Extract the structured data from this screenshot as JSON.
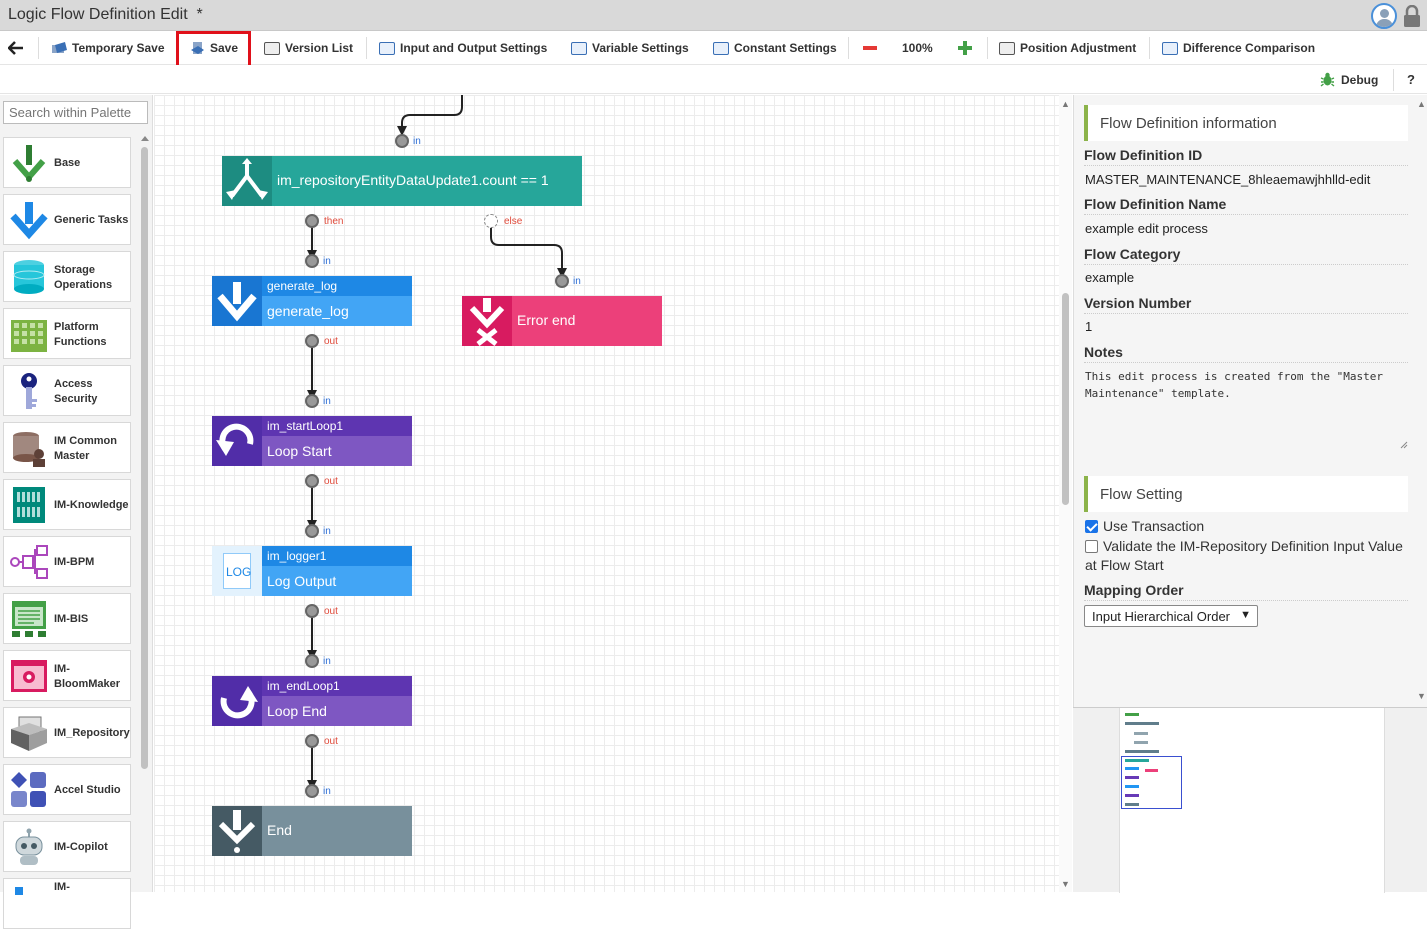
{
  "window": {
    "title": "Logic Flow Definition Edit",
    "modified_mark": "*"
  },
  "toolbar": {
    "back_label": "",
    "temporary_save": "Temporary Save",
    "save": "Save",
    "version_list": "Version List",
    "io_settings": "Input and Output Settings",
    "variable_settings": "Variable Settings",
    "constant_settings": "Constant Settings",
    "zoom_minus": "−",
    "zoom": "100%",
    "zoom_plus": "+",
    "position_adjustment": "Position Adjustment",
    "difference_comparison": "Difference Comparison",
    "debug": "Debug",
    "help": "?"
  },
  "palette": {
    "search_placeholder": "Search within Palette",
    "items": [
      {
        "label": "Base",
        "icon": "base-arrow-icon"
      },
      {
        "label": "Generic Tasks",
        "icon": "generic-tasks-icon"
      },
      {
        "label": "Storage Operations",
        "icon": "storage-icon"
      },
      {
        "label": "Platform Functions",
        "icon": "platform-icon"
      },
      {
        "label": "Access Security",
        "icon": "key-icon"
      },
      {
        "label": "IM Common Master",
        "icon": "common-master-icon"
      },
      {
        "label": "IM-Knowledge",
        "icon": "knowledge-icon"
      },
      {
        "label": "IM-BPM",
        "icon": "bpm-icon"
      },
      {
        "label": "IM-BIS",
        "icon": "bis-icon"
      },
      {
        "label": "IM-BloomMaker",
        "icon": "bloommaker-icon"
      },
      {
        "label": "IM_Repository",
        "icon": "repository-icon"
      },
      {
        "label": "Accel Studio",
        "icon": "accel-studio-icon"
      },
      {
        "label": "IM-Copilot",
        "icon": "copilot-icon"
      },
      {
        "label": "IM-",
        "icon": "more-icon"
      }
    ]
  },
  "flow": {
    "nodes": [
      {
        "id": "branch",
        "sub": "",
        "main": "im_repositoryEntityDataUpdate1.count == 1",
        "color": "#26a69a"
      },
      {
        "id": "generate_log",
        "sub": "generate_log",
        "main": "generate_log",
        "color": "#2196f3"
      },
      {
        "id": "error_end",
        "sub": "",
        "main": "Error end",
        "color": "#ec407a"
      },
      {
        "id": "loop_start",
        "sub": "im_startLoop1",
        "main": "Loop Start",
        "color": "#673ab7"
      },
      {
        "id": "logger",
        "sub": "im_logger1",
        "main": "Log Output",
        "color": "#2196f3",
        "icon_text": "LOG"
      },
      {
        "id": "loop_end",
        "sub": "im_endLoop1",
        "main": "Loop End",
        "color": "#673ab7"
      },
      {
        "id": "end",
        "sub": "",
        "main": "End",
        "color": "#607d8b"
      }
    ],
    "port_labels": {
      "in": "in",
      "out": "out",
      "then": "then",
      "else": "else"
    }
  },
  "info": {
    "section_title": "Flow Definition information",
    "id_label": "Flow Definition ID",
    "id_value": "MASTER_MAINTENANCE_8hleaemawjhhlld-edit",
    "name_label": "Flow Definition Name",
    "name_value": "example edit process",
    "category_label": "Flow Category",
    "category_value": "example",
    "version_label": "Version Number",
    "version_value": "1",
    "notes_label": "Notes",
    "notes_value": "This edit process is created from the \"Master\nMaintenance\" template."
  },
  "settings": {
    "section_title": "Flow Setting",
    "use_transaction": "Use Transaction",
    "use_transaction_checked": true,
    "validate_label": "Validate the IM-Repository Definition Input Value at Flow Start",
    "validate_checked": false,
    "mapping_label": "Mapping Order",
    "mapping_value": "Input Hierarchical Order"
  },
  "colors": {
    "accent_save_border": "#e0101a",
    "section_accent": "#8cb34a"
  }
}
